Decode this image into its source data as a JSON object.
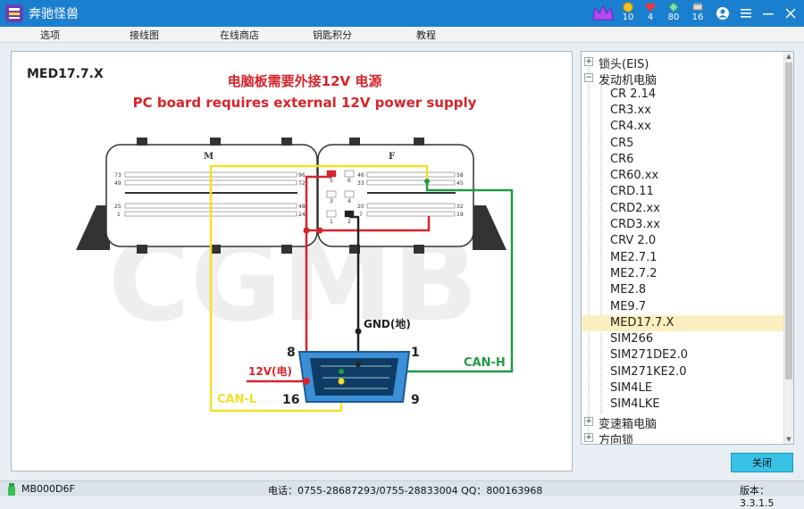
{
  "app": {
    "title": "奔驰怪兽"
  },
  "stats": [
    {
      "icon": "coin-icon",
      "value": "10"
    },
    {
      "icon": "heart-icon",
      "value": "4"
    },
    {
      "icon": "diamond-icon",
      "value": "80"
    },
    {
      "icon": "chip-icon",
      "value": "16"
    }
  ],
  "menu": [
    "选项",
    "接线图",
    "在线商店",
    "钥匙积分",
    "教程"
  ],
  "diagram": {
    "model": "MED17.7.X",
    "note_cn": "电脑板需要外接12V 电源",
    "note_en": "PC board requires external 12V power supply",
    "connector_m": "M",
    "connector_f": "F",
    "watermark": "CGMB",
    "pins_left": [
      "73",
      "49",
      "25",
      "1"
    ],
    "pins_left_right": [
      "96",
      "72",
      "48",
      "24"
    ],
    "pins_right_left": [
      "46",
      "33",
      "20",
      "7"
    ],
    "pins_right_right": [
      "58",
      "45",
      "32",
      "19"
    ],
    "small_pins": [
      "5",
      "6",
      "3",
      "4",
      "1",
      "2"
    ],
    "labels": {
      "gnd": "GND(地)",
      "v12": "12V(电)",
      "can_h": "CAN-H",
      "can_l": "CAN-L",
      "p8": "8",
      "p1": "1",
      "p16": "16",
      "p9": "9"
    }
  },
  "tree": [
    {
      "type": "parent",
      "toggle": "+",
      "label": "锁头(EIS)"
    },
    {
      "type": "parent",
      "toggle": "−",
      "label": "发动机电脑"
    },
    {
      "type": "child",
      "label": "CR 2.14"
    },
    {
      "type": "child",
      "label": "CR3.xx"
    },
    {
      "type": "child",
      "label": "CR4.xx"
    },
    {
      "type": "child",
      "label": "CR5"
    },
    {
      "type": "child",
      "label": "CR6"
    },
    {
      "type": "child",
      "label": "CR60.xx"
    },
    {
      "type": "child",
      "label": "CRD.11"
    },
    {
      "type": "child",
      "label": "CRD2.xx"
    },
    {
      "type": "child",
      "label": "CRD3.xx"
    },
    {
      "type": "child",
      "label": "CRV 2.0"
    },
    {
      "type": "child",
      "label": "ME2.7.1"
    },
    {
      "type": "child",
      "label": "ME2.7.2"
    },
    {
      "type": "child",
      "label": "ME2.8"
    },
    {
      "type": "child",
      "label": "ME9.7"
    },
    {
      "type": "child",
      "label": "MED17.7.X",
      "selected": true
    },
    {
      "type": "child",
      "label": "SIM266"
    },
    {
      "type": "child",
      "label": "SIM271DE2.0"
    },
    {
      "type": "child",
      "label": "SIM271KE2.0"
    },
    {
      "type": "child",
      "label": "SIM4LE"
    },
    {
      "type": "child",
      "label": "SIM4LKE"
    },
    {
      "type": "parent",
      "toggle": "+",
      "label": "变速箱电脑"
    },
    {
      "type": "parent",
      "toggle": "+",
      "label": "方向锁"
    }
  ],
  "buttons": {
    "close": "关闭"
  },
  "status": {
    "device": "MB000D6F",
    "contact": "电话：0755-28687293/0755-28833004  QQ：800163968",
    "version": "版本： 3.3.1.5"
  }
}
